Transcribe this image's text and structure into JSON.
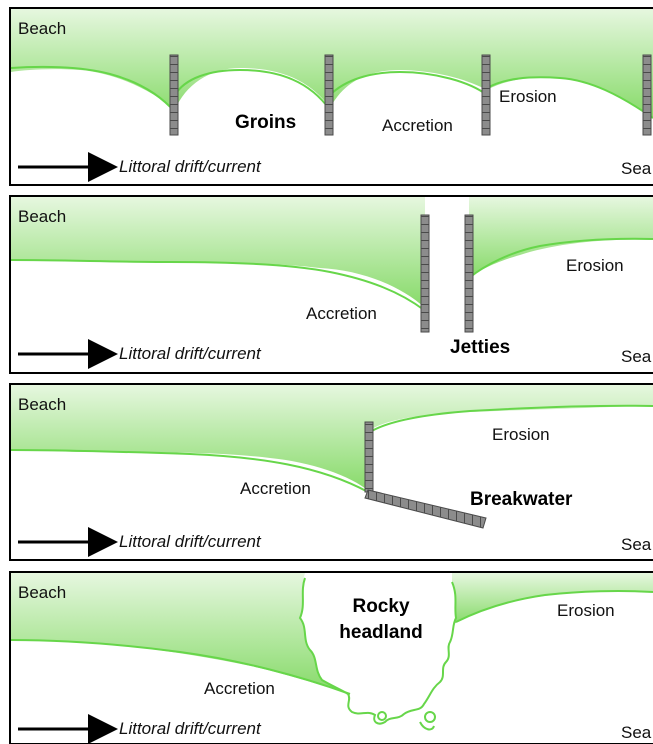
{
  "colors": {
    "beach_top": "#e2f5da",
    "beach_shore": "#8edc72",
    "shoreline": "#67d64a",
    "structure_fill": "#8a8a8a",
    "structure_stroke": "#4a4a4a",
    "frame": "#000000"
  },
  "panels": [
    {
      "beach_label": "Beach",
      "structure_label": "Groins",
      "accretion_label": "Accretion",
      "erosion_label": "Erosion",
      "drift_label": "Littoral drift/current",
      "sea_label": "Sea"
    },
    {
      "beach_label": "Beach",
      "structure_label": "Jetties",
      "accretion_label": "Accretion",
      "erosion_label": "Erosion",
      "drift_label": "Littoral drift/current",
      "sea_label": "Sea"
    },
    {
      "beach_label": "Beach",
      "structure_label": "Breakwater",
      "accretion_label": "Accretion",
      "erosion_label": "Erosion",
      "drift_label": "Littoral drift/current",
      "sea_label": "Sea"
    },
    {
      "beach_label": "Beach",
      "structure_label_line1": "Rocky",
      "structure_label_line2": "headland",
      "accretion_label": "Accretion",
      "erosion_label": "Erosion",
      "drift_label": "Littoral drift/current",
      "sea_label": "Sea"
    }
  ]
}
